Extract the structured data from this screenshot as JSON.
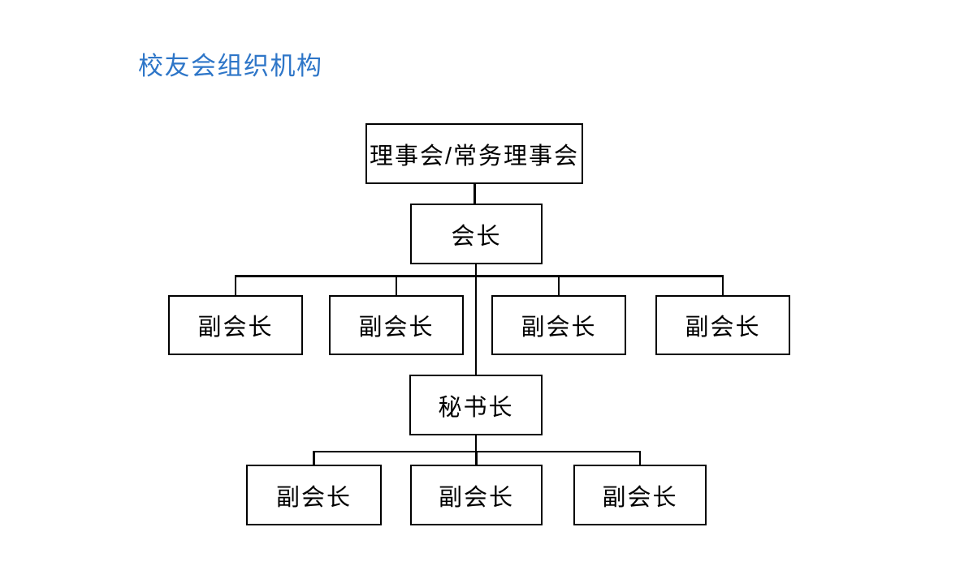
{
  "page": {
    "title": "校友会组织机构"
  },
  "colors": {
    "title_text": "#2E76C8",
    "box_border": "#000000",
    "box_fill": "#FFFFFF",
    "node_text": "#000000",
    "connector": "#000000",
    "background": "#FFFFFF"
  },
  "diagram": {
    "type": "org-chart",
    "nodes": [
      {
        "id": "board",
        "label": "理事会/常务理事会",
        "level": 1,
        "parent": null
      },
      {
        "id": "president",
        "label": "会长",
        "level": 2,
        "parent": "board"
      },
      {
        "id": "vice-president-1",
        "label": "副会长",
        "level": 3,
        "parent": "president"
      },
      {
        "id": "vice-president-2",
        "label": "副会长",
        "level": 3,
        "parent": "president"
      },
      {
        "id": "vice-president-3",
        "label": "副会长",
        "level": 3,
        "parent": "president"
      },
      {
        "id": "vice-president-4",
        "label": "副会长",
        "level": 3,
        "parent": "president"
      },
      {
        "id": "secretary-general",
        "label": "秘书长",
        "level": 4,
        "parent": "president"
      },
      {
        "id": "deputy-1",
        "label": "副会长",
        "level": 5,
        "parent": "secretary-general"
      },
      {
        "id": "deputy-2",
        "label": "副会长",
        "level": 5,
        "parent": "secretary-general"
      },
      {
        "id": "deputy-3",
        "label": "副会长",
        "level": 5,
        "parent": "secretary-general"
      }
    ]
  }
}
